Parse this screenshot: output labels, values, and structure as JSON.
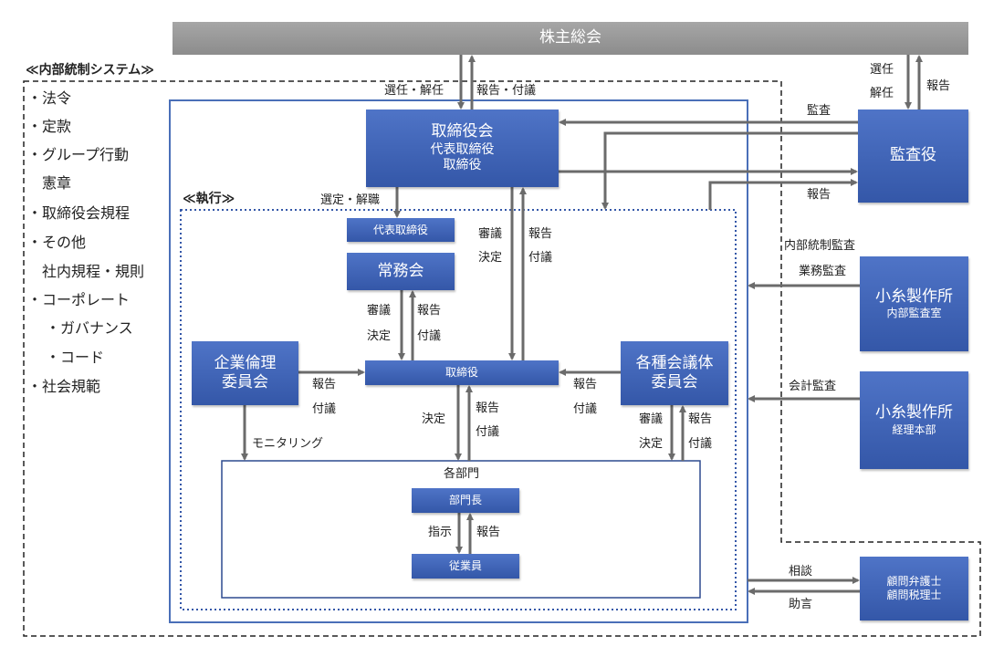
{
  "shareholders": "株主総会",
  "internal_control_title": "≪内部統制システム≫",
  "policies": [
    "・法令",
    "・定款",
    "・グループ行動",
    "憲章",
    "・取締役会規程",
    "・その他",
    "社内規程・規則",
    "・コーポレート",
    "・ガバナンス",
    "・コード",
    "・社会規範"
  ],
  "board": {
    "title": "取締役会",
    "line1": "代表取締役",
    "line2": "取締役"
  },
  "auditor": "監査役",
  "execution_title": "≪執行≫",
  "ceo": "代表取締役",
  "executive_committee": "常務会",
  "directors": "取締役",
  "ethics_committee": {
    "line1": "企業倫理",
    "line2": "委員会"
  },
  "meeting_bodies": {
    "line1": "各種会議体",
    "line2": "委員会"
  },
  "departments": "各部門",
  "dept_head": "部門長",
  "employees": "従業員",
  "internal_audit_dept": {
    "line1": "小糸製作所",
    "line2": "内部監査室"
  },
  "accounting_dept": {
    "line1": "小糸製作所",
    "line2": "経理本部"
  },
  "advisors": {
    "line1": "顧問弁護士",
    "line2": "顧問税理士"
  },
  "labels": {
    "elect_dismiss": "選任・解任",
    "report_submit": "報告・付議",
    "elect": "選任",
    "dismiss": "解任",
    "report": "報告",
    "audit": "監査",
    "select_dismiss": "選定・解職",
    "deliberate": "審議",
    "decide": "決定",
    "submit": "付議",
    "internal_control_audit": "内部統制監査",
    "operational_audit": "業務監査",
    "accounting_audit": "会計監査",
    "monitoring": "モニタリング",
    "instruct": "指示",
    "consult": "相談",
    "advice": "助言"
  }
}
